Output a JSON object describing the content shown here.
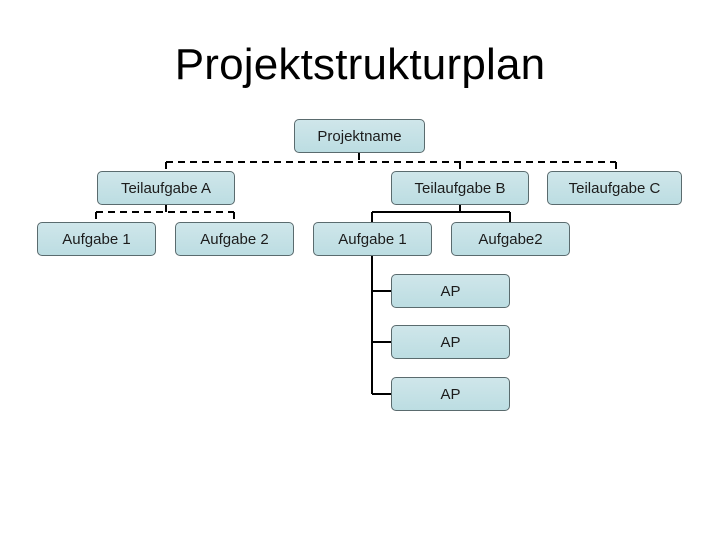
{
  "title": "Projektstrukturplan",
  "colors": {
    "node_fill": "#c3e0e5",
    "node_border": "#5a6b6e",
    "connector": "#000000"
  },
  "tree": {
    "root": "Projektname",
    "subtasks": {
      "a": "Teilaufgabe A",
      "b": "Teilaufgabe B",
      "c": "Teilaufgabe C"
    },
    "tasks_a": [
      "Aufgabe 1",
      "Aufgabe 2"
    ],
    "tasks_b": [
      "Aufgabe 1",
      "Aufgabe2"
    ],
    "work_packages": [
      "AP",
      "AP",
      "AP"
    ]
  }
}
